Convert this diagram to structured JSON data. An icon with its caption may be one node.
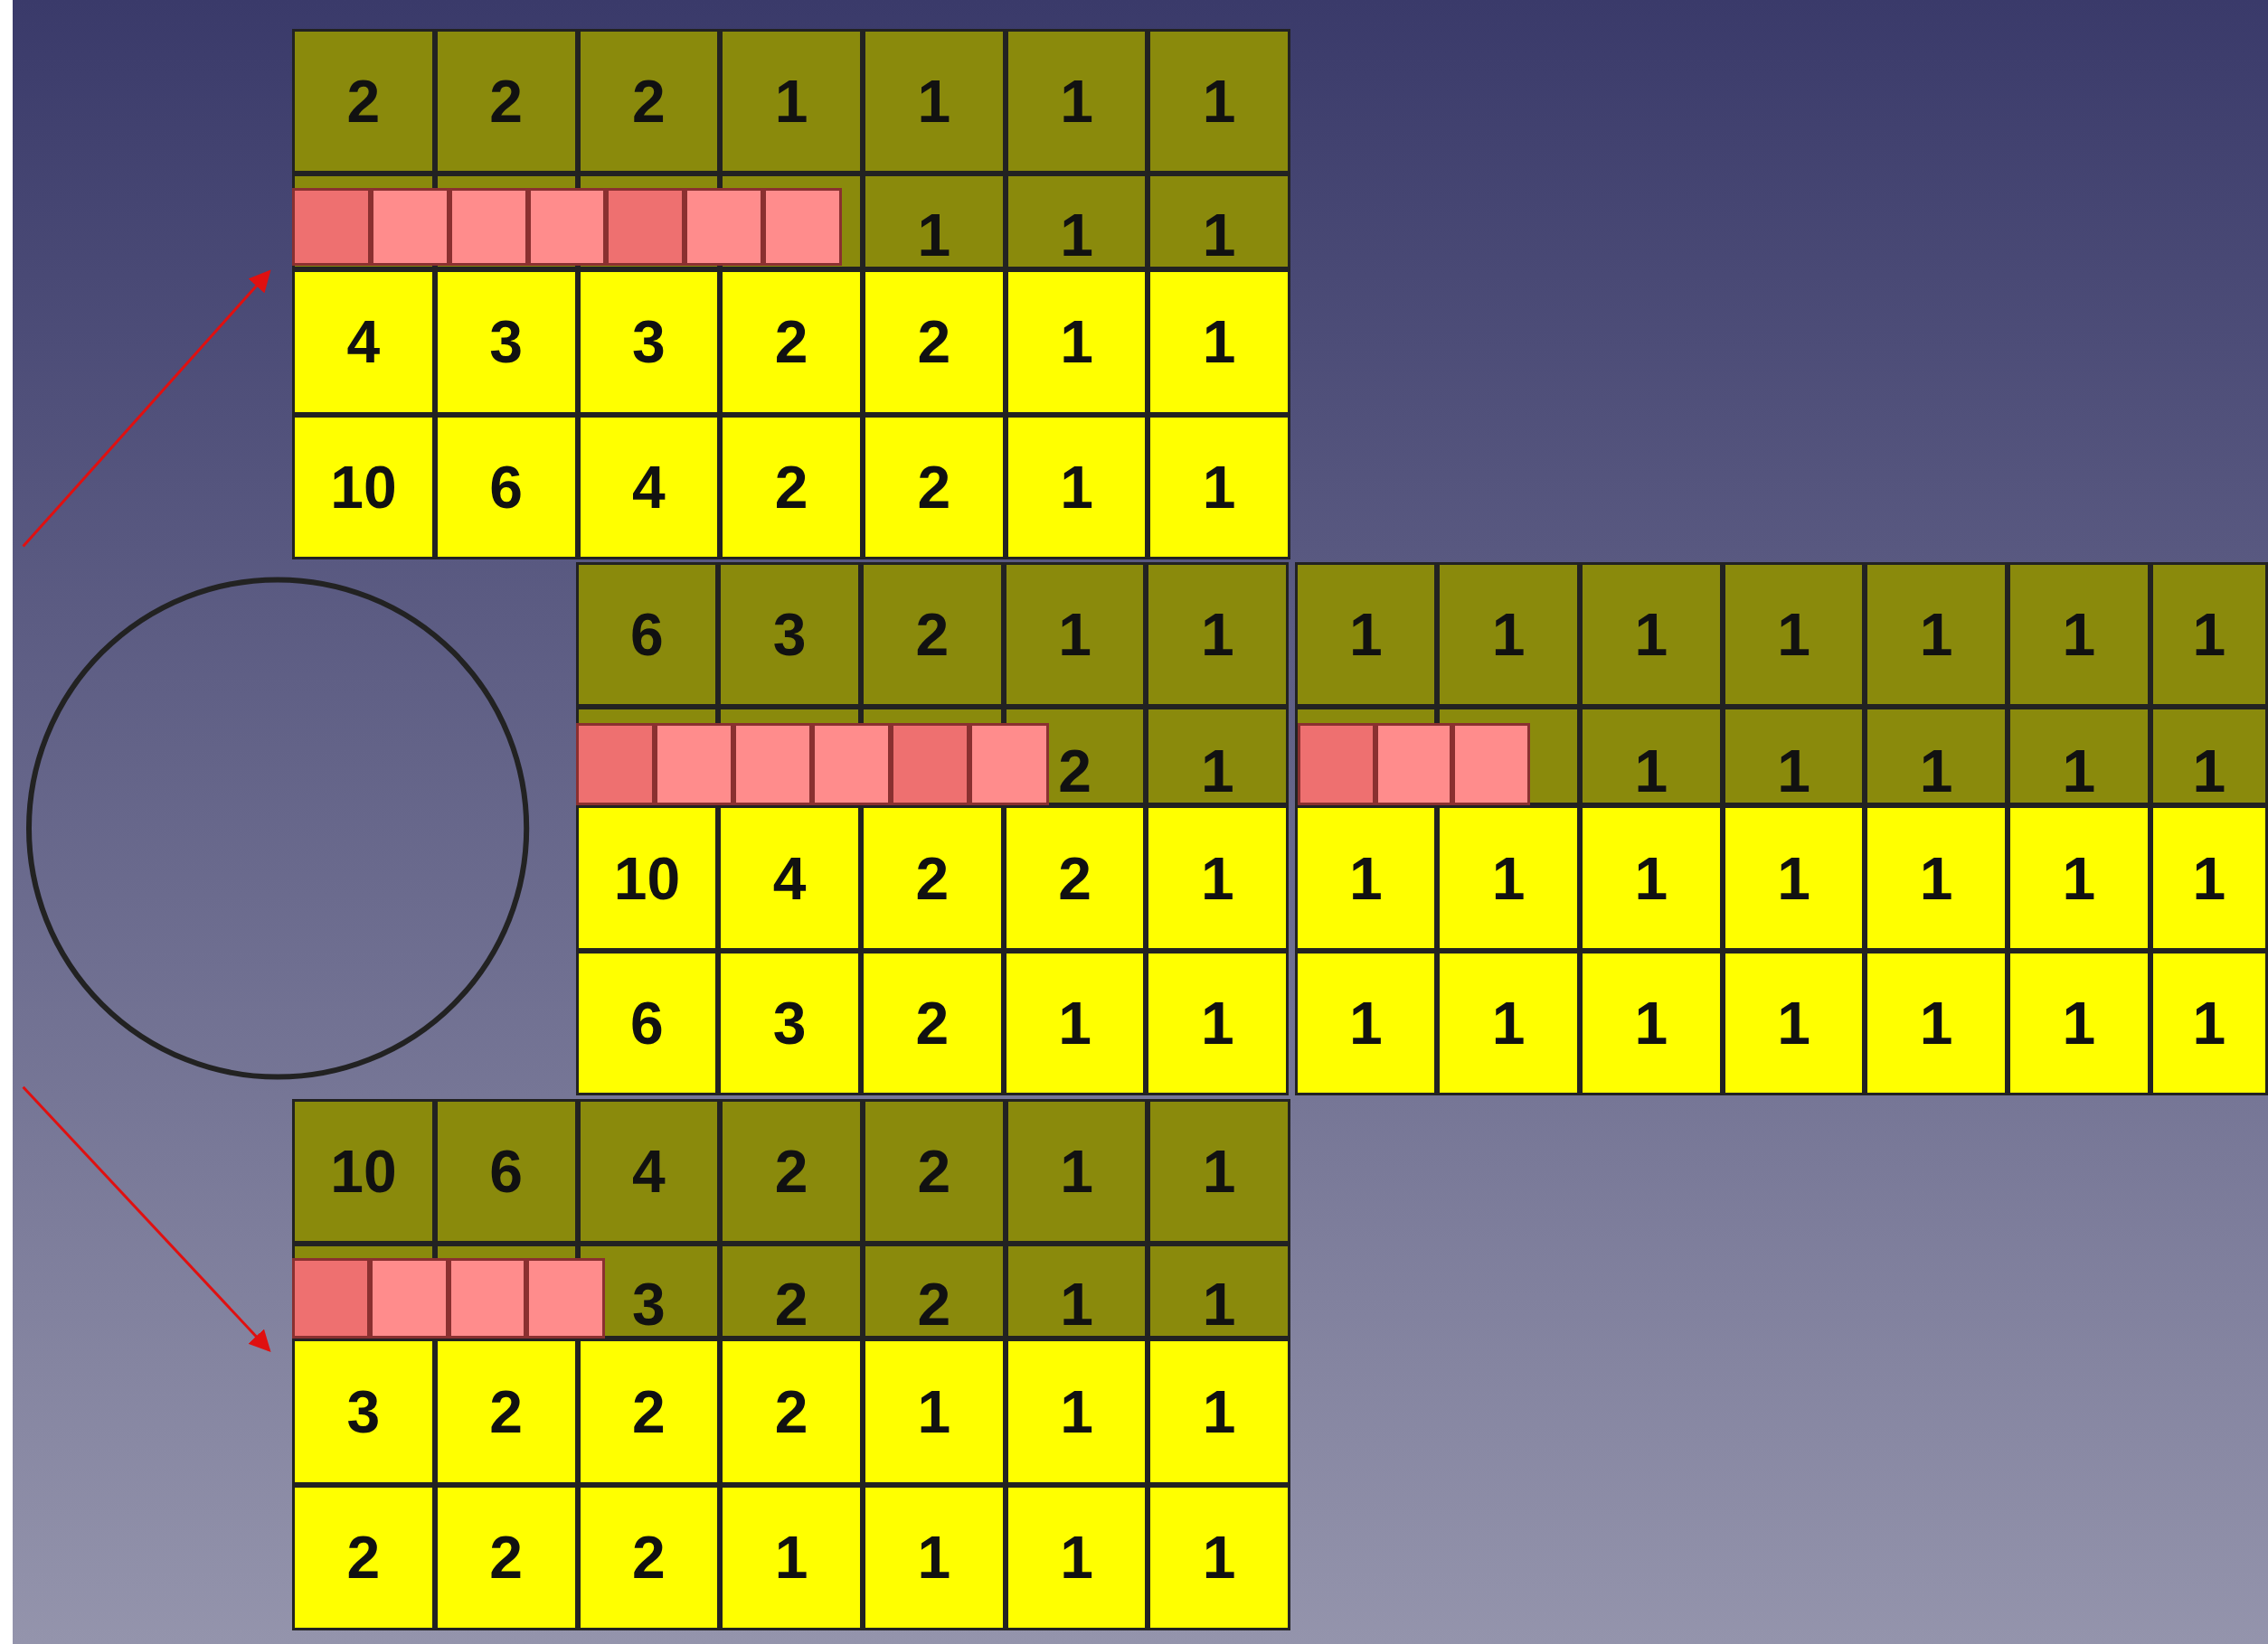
{
  "diagram": {
    "nodes": [
      {
        "text": [],
        "shape": "circle"
      }
    ],
    "labels": [
      "2",
      "2",
      "2",
      "1",
      "1",
      "1",
      "1",
      "1",
      "1",
      "1",
      "4",
      "3",
      "3",
      "2",
      "2",
      "1",
      "1",
      "10",
      "6",
      "4",
      "2",
      "2",
      "1",
      "1",
      "6",
      "3",
      "2",
      "1",
      "1",
      "1",
      "1",
      "1",
      "1",
      "1",
      "1",
      "1",
      "2",
      "1",
      "1",
      "1",
      "1",
      "1",
      "1",
      "10",
      "4",
      "2",
      "2",
      "1",
      "1",
      "1",
      "1",
      "1",
      "1",
      "1",
      "1",
      "6",
      "3",
      "2",
      "1",
      "1",
      "1",
      "1",
      "1",
      "1",
      "1",
      "1",
      "1",
      "10",
      "6",
      "4",
      "2",
      "2",
      "1",
      "1",
      "3",
      "2",
      "2",
      "1",
      "1",
      "3",
      "2",
      "2",
      "2",
      "1",
      "1",
      "1",
      "2",
      "2",
      "2",
      "1",
      "1",
      "1",
      "1"
    ]
  }
}
